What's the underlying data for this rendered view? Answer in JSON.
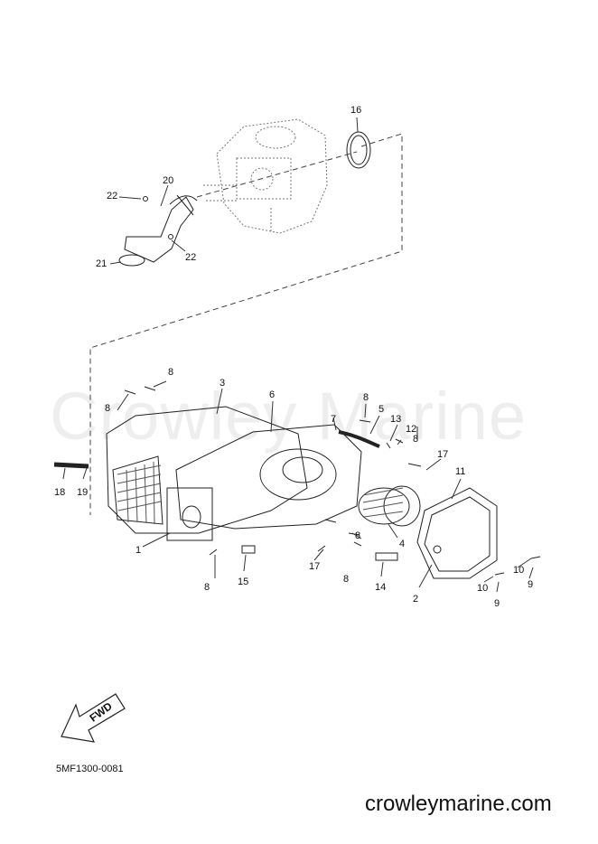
{
  "watermark": "Crowley Marine",
  "fwd_label": "FWD",
  "diagram_code": "5MF1300-0081",
  "site_footer": "crowleymarine.com",
  "callouts": {
    "c16": "16",
    "c20": "20",
    "c22a": "22",
    "c22b": "22",
    "c21": "21",
    "c8_top": "8",
    "c3": "3",
    "c6": "6",
    "c8_left": "8",
    "c8_mid": "8",
    "c5": "5",
    "c13": "13",
    "c7": "7",
    "c12": "12",
    "c8_r": "8",
    "c17_r": "17",
    "c11": "11",
    "c18": "18",
    "c19": "19",
    "c1": "1",
    "c4": "4",
    "c8_b1": "8",
    "c8_b2": "8",
    "c17_b": "17",
    "c15": "15",
    "c14": "14",
    "c2": "2",
    "c10a": "10",
    "c10b": "10",
    "c9a": "9",
    "c9b": "9"
  },
  "icons": [
    "fwd-arrow-icon"
  ]
}
